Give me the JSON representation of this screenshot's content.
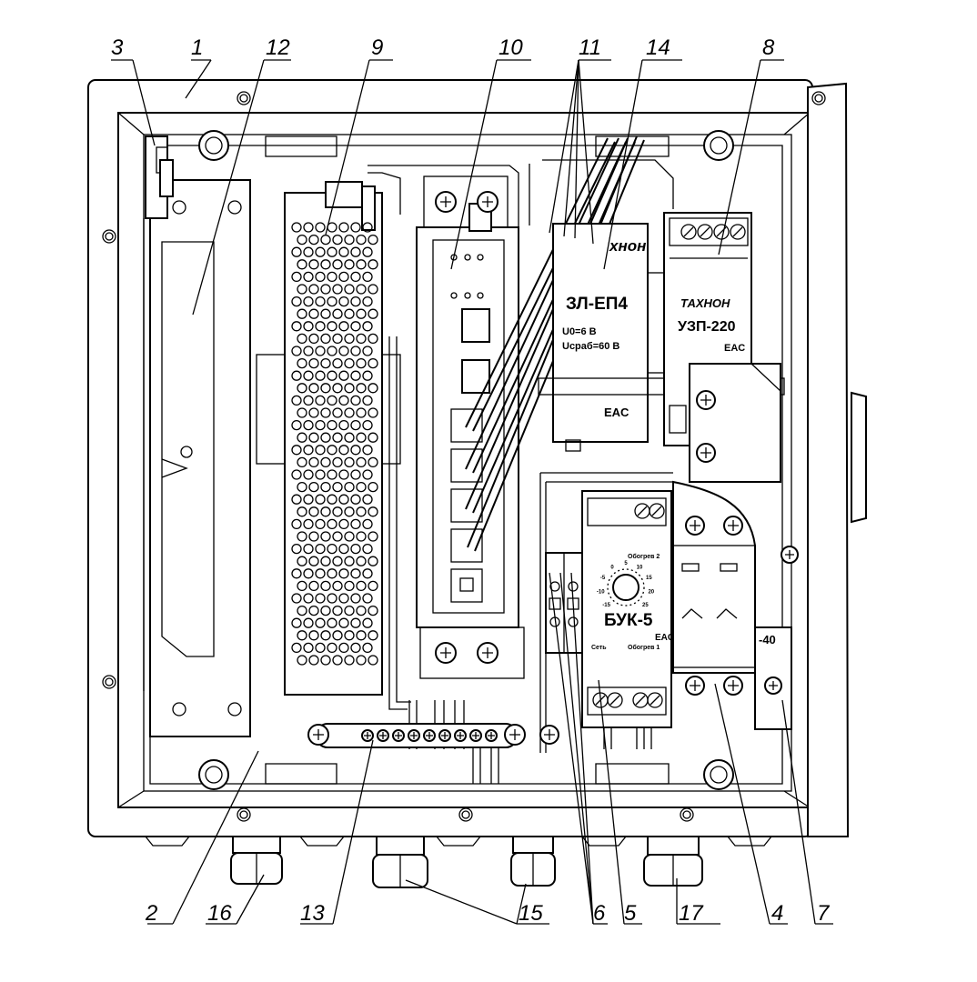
{
  "callouts": {
    "c1": "1",
    "c2": "2",
    "c3": "3",
    "c4": "4",
    "c5": "5",
    "c6": "6",
    "c7": "7",
    "c8": "8",
    "c9": "9",
    "c10": "10",
    "c11": "11",
    "c12": "12",
    "c13": "13",
    "c14": "14",
    "c15": "15",
    "c16": "16",
    "c17": "17"
  },
  "labels": {
    "ep4_brand": "хнон",
    "ep4_model": "ЗЛ-ЕП4",
    "ep4_u0": "U0=6 В",
    "ep4_ucp": "Uсраб=60 В",
    "ep4_eac": "EAC",
    "uzp_brand": "ТАХНОН",
    "uzp_model": "УЗП-220",
    "uzp_eac": "EAC",
    "buk_model": "БУК-5",
    "buk_eac": "EAC",
    "buk_obogrev2": "Обогрев 2",
    "buk_obogrev1": "Обогрев 1",
    "buk_set": "Сеть",
    "breaker_model": "-40",
    "buk_scale": [
      "-15",
      "-10",
      "-5",
      "0",
      "5",
      "10",
      "15",
      "20",
      "25"
    ]
  }
}
